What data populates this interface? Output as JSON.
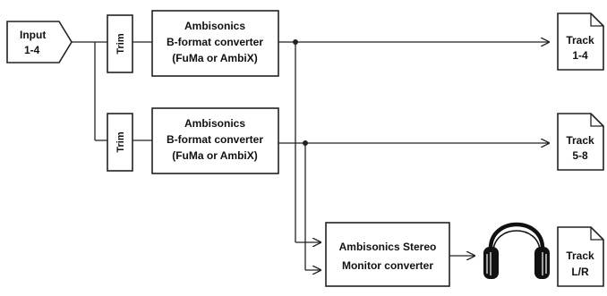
{
  "input": {
    "label_line1": "Input",
    "label_line2": "1-4"
  },
  "trim": {
    "label": "Trim"
  },
  "converter_top": {
    "line1": "Ambisonics",
    "line2": "B-format converter",
    "line3": "(FuMa or AmbiX)"
  },
  "converter_bottom": {
    "line1": "Ambisonics",
    "line2": "B-format converter",
    "line3": "(FuMa or AmbiX)"
  },
  "monitor": {
    "line1": "Ambisonics Stereo",
    "line2": "Monitor converter"
  },
  "tracks": [
    {
      "line1": "Track",
      "line2": "1-4"
    },
    {
      "line1": "Track",
      "line2": "5-8"
    },
    {
      "line1": "Track",
      "line2": "L/R"
    }
  ],
  "icons": {
    "headphones": "headphones-icon"
  },
  "colors": {
    "stroke": "#222222",
    "fill": "#ffffff"
  }
}
